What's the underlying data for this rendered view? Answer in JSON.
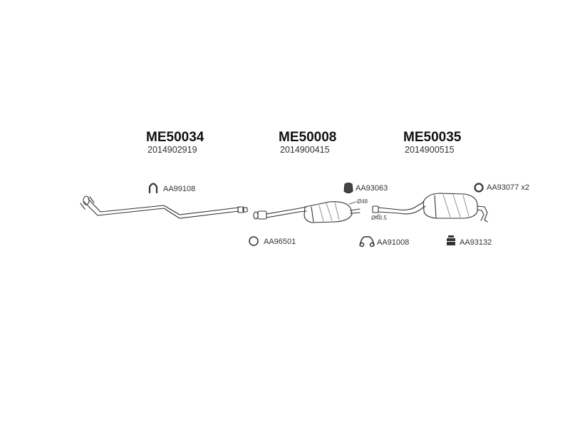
{
  "assemblies": [
    {
      "code": "ME50034",
      "oem": "2014902919"
    },
    {
      "code": "ME50008",
      "oem": "2014900415"
    },
    {
      "code": "ME50035",
      "oem": "2014900515"
    }
  ],
  "parts": [
    {
      "ref": "AA99108",
      "icon": "u-clamp-icon"
    },
    {
      "ref": "AA93063",
      "icon": "rubber-mount-icon"
    },
    {
      "ref": "AA93077 x2",
      "icon": "ring-gasket-icon"
    },
    {
      "ref": "AA96501",
      "icon": "o-ring-icon"
    },
    {
      "ref": "AA91008",
      "icon": "clamp-icon"
    },
    {
      "ref": "AA93132",
      "icon": "stacked-mount-icon"
    }
  ],
  "dimensions": [
    "Ø48",
    "Ø48.5"
  ]
}
